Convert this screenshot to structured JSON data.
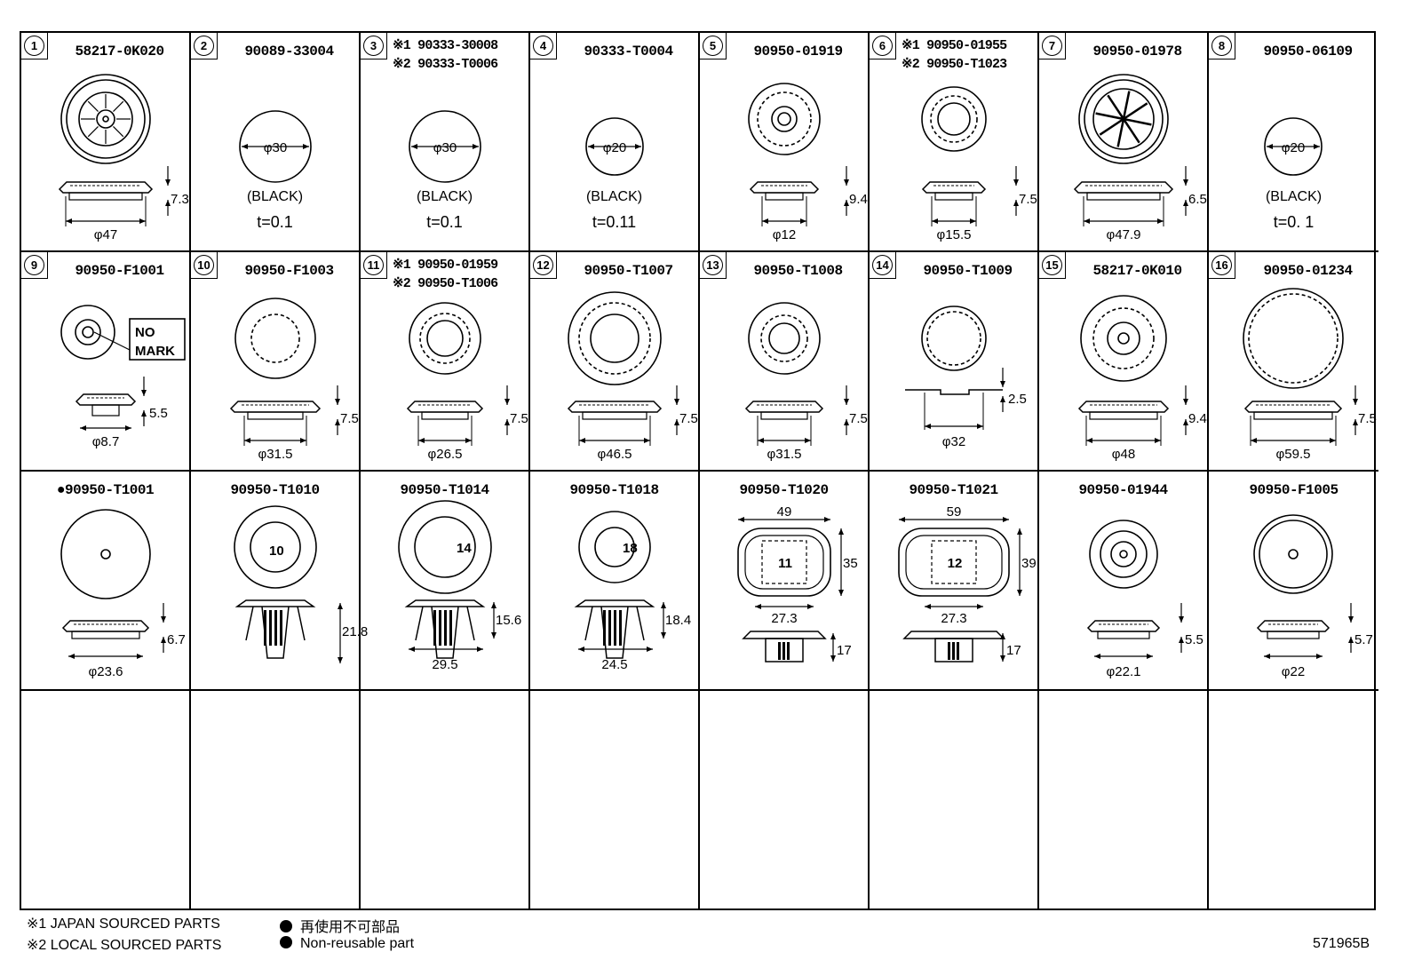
{
  "cells": [
    {
      "index": "1",
      "part": "58217-0K020"
    },
    {
      "index": "2",
      "part": "90089-33004",
      "material": "(BLACK)",
      "thickness": "t=0.1"
    },
    {
      "index": "3",
      "part_jp": "※1 90333-30008",
      "part_local": "※2 90333-T0006",
      "material": "(BLACK)",
      "thickness": "t=0.1"
    },
    {
      "index": "4",
      "part": "90333-T0004",
      "material": "(BLACK)",
      "thickness": "t=0.11"
    },
    {
      "index": "5",
      "part": "90950-01919"
    },
    {
      "index": "6",
      "part_jp": "※1 90950-01955",
      "part_local": "※2 90950-T1023"
    },
    {
      "index": "7",
      "part": "90950-01978"
    },
    {
      "index": "8",
      "part": "90950-06109",
      "material": "(BLACK)",
      "thickness": "t=0. 1"
    },
    {
      "index": "9",
      "part": "90950-F1001",
      "note_line1": "NO",
      "note_line2": "MARK"
    },
    {
      "index": "10",
      "part": "90950-F1003"
    },
    {
      "index": "11",
      "part_jp": "※1 90950-01959",
      "part_local": "※2 90950-T1006"
    },
    {
      "index": "12",
      "part": "90950-T1007"
    },
    {
      "index": "13",
      "part": "90950-T1008"
    },
    {
      "index": "14",
      "part": "90950-T1009"
    },
    {
      "index": "15",
      "part": "58217-0K010"
    },
    {
      "index": "16",
      "part": "90950-01234"
    },
    {
      "part": "●90950-T1001"
    },
    {
      "part": "90950-T1010"
    },
    {
      "part": "90950-T1014"
    },
    {
      "part": "90950-T1018"
    },
    {
      "part": "90950-T1020"
    },
    {
      "part": "90950-T1021"
    },
    {
      "part": "90950-01944"
    },
    {
      "part": "90950-F1005"
    }
  ],
  "dims": [
    [
      "φ47",
      "7.3"
    ],
    [
      "φ30"
    ],
    [
      "φ30"
    ],
    [
      "φ20"
    ],
    [
      "φ12",
      "9.4"
    ],
    [
      "φ15.5",
      "7.5"
    ],
    [
      "φ47.9",
      "6.5"
    ],
    [
      "φ20"
    ],
    [
      "φ8.7",
      "5.5"
    ],
    [
      "φ31.5",
      "7.5"
    ],
    [
      "φ26.5",
      "7.5"
    ],
    [
      "φ46.5",
      "7.5"
    ],
    [
      "φ31.5",
      "7.5"
    ],
    [
      "φ32",
      "2.5"
    ],
    [
      "φ48",
      "9.4"
    ],
    [
      "φ59.5",
      "7.5"
    ],
    [
      "φ23.6",
      "6.7"
    ],
    [
      "21.8"
    ],
    [
      "29.5",
      "15.6"
    ],
    [
      "24.5",
      "18.4"
    ],
    [
      "49",
      "35",
      "27.3",
      "17"
    ],
    [
      "59",
      "39",
      "27.3",
      "17"
    ],
    [
      "φ22.1",
      "5.5"
    ],
    [
      "φ22",
      "5.7"
    ]
  ],
  "icon_marks": {
    "t1010": "10",
    "t1014": "14",
    "t1018": "18",
    "t1020": "11",
    "t1021": "12"
  },
  "legend": {
    "note1": "※1 JAPAN SOURCED PARTS",
    "note2": "※2 LOCAL SOURCED PARTS",
    "nonreuse_jp": "再使用不可部品",
    "nonreuse_en": "Non-reusable part"
  },
  "diagram_id": "571965B"
}
